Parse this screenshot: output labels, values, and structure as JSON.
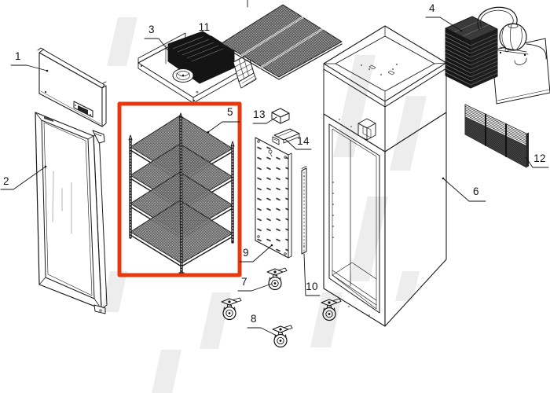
{
  "figure": {
    "kind": "exploded-parts-diagram",
    "subject": "upright-glass-door-refrigerator"
  },
  "colors": {
    "background": "#ffffff",
    "line": "#1a1a1a",
    "highlight_box": "#e8380f",
    "watermark": "#ededed"
  },
  "highlight": {
    "part_label": "5"
  },
  "parts": [
    {
      "label": "1",
      "name": "top-front-panel"
    },
    {
      "label": "2",
      "name": "glass-door"
    },
    {
      "label": "3",
      "name": "condensing-unit-tray"
    },
    {
      "label": "4",
      "name": "condenser-compressor-assembly"
    },
    {
      "label": "5",
      "name": "wire-shelf-rack"
    },
    {
      "label": "6",
      "name": "cabinet-body"
    },
    {
      "label": "7",
      "name": "swivel-caster"
    },
    {
      "label": "8",
      "name": "swivel-caster-with-brake"
    },
    {
      "label": "9",
      "name": "perforated-back-panel"
    },
    {
      "label": "10",
      "name": "mounting-rail"
    },
    {
      "label": "11",
      "name": "wire-grid-shelf"
    },
    {
      "label": "12",
      "name": "ventilation-grille"
    },
    {
      "label": "13",
      "name": "mounting-block"
    },
    {
      "label": "14",
      "name": "mounting-bracket"
    }
  ]
}
